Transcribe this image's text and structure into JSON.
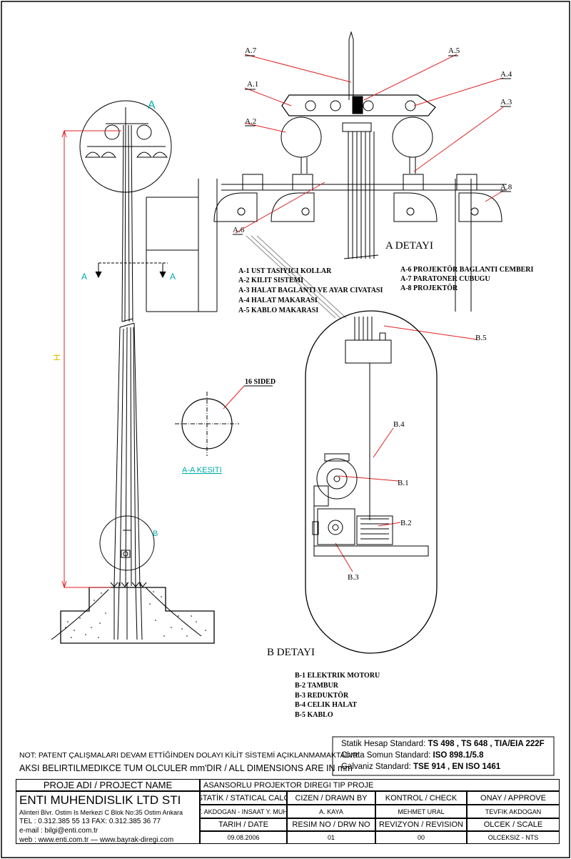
{
  "colors": {
    "dim": "#e0c000",
    "leader": "#e02020",
    "section": "#00a0c0",
    "line": "#000000"
  },
  "labels": {
    "detail_a_marker": "A",
    "detail_b_marker": "B",
    "section_left": "A",
    "section_right": "A",
    "height_dim": "H",
    "a1": "A.1",
    "a2": "A.2",
    "a3": "A.3",
    "a4": "A.4",
    "a5": "A.5",
    "a6": "A.6",
    "a7": "A.7",
    "a8": "A.8",
    "b1": "B.1",
    "b2": "B.2",
    "b3": "B.3",
    "b4": "B.4",
    "b5": "B.5",
    "sided": "16 SIDED",
    "section_title": "A-A KESITI",
    "a_detail_title": "A DETAYI",
    "b_detail_title": "B DETAYI"
  },
  "a_legend_left": [
    "A-1 UST TASIYICI KOLLAR",
    "A-2 KILIT SISTEMI",
    "A-3 HALAT BAGLANTI VE AYAR CIVATASI",
    "A-4 HALAT MAKARASI",
    "A-5 KABLO MAKARASI"
  ],
  "a_legend_right": [
    "A-6 PROJEKTÖR BAGLANTI CEMBERI",
    "A-7 PARATONER CUBUGU",
    "A-8 PROJEKTÖR"
  ],
  "b_legend": [
    "B-1 ELEKTRIK MOTORU",
    "B-2 TAMBUR",
    "B-3 REDUKTÖR",
    "B-4 CELIK HALAT",
    "B-5 KABLO"
  ],
  "notes": {
    "patent": "NOT: PATENT ÇALIŞMALARI DEVAM ETTİĞİNDEN DOLAYI KİLİT SİSTEMİ AÇIKLANMAMAKTADIR.",
    "dimensions": "AKSI BELIRTILMEDIKCE TUM OLCULER mm'DIR / ALL DIMENSIONS ARE IN mm"
  },
  "standards": [
    {
      "label": "Statik Hesap Standard:",
      "value": "TS 498 , TS 648 , TIA/EIA 222F"
    },
    {
      "label": "Civata Somun Standard:",
      "value": "ISO 898.1/5.8"
    },
    {
      "label": "Galvaniz Standard:",
      "value": "TSE 914 , EN ISO 1461"
    }
  ],
  "title_block": {
    "project_name_label": "PROJE ADI / PROJECT NAME",
    "project_name": "ASANSORLU PROJEKTOR DIREGI TIP PROJE",
    "company": "ENTI MUHENDISLIK LTD STI",
    "address": "Alinteri Blvr. Ostim Is Merkezi C Blok No:35 Ostim Ankara",
    "phone": "TEL : 0.312.385 55 13  FAX: 0.312.385 36 77",
    "email": "e-mail : bilgi@enti.com.tr",
    "web": "web    : www.enti.com.tr   —   www.bayrak-diregi.com",
    "static_calc_label": "STATİK / STATICAL CALC",
    "drawn_by_label": "CIZEN / DRAWN BY",
    "check_label": "KONTROL / CHECK",
    "approve_label": "ONAY / APPROVE",
    "static_calc": "T. AKDOGAN - INSAAT Y. MUH.",
    "drawn_by": "A. KAYA",
    "check": "MEHMET URAL",
    "approve": "TEVFIK AKDOGAN",
    "date_label": "TARIH / DATE",
    "drw_no_label": "RESIM NO / DRW NO",
    "revision_label": "REVIZYON / REVISION",
    "scale_label": "OLCEK / SCALE",
    "date": "09.08.2006",
    "drw_no": "01",
    "revision": "00",
    "scale": "OLCEKSIZ - NTS"
  }
}
